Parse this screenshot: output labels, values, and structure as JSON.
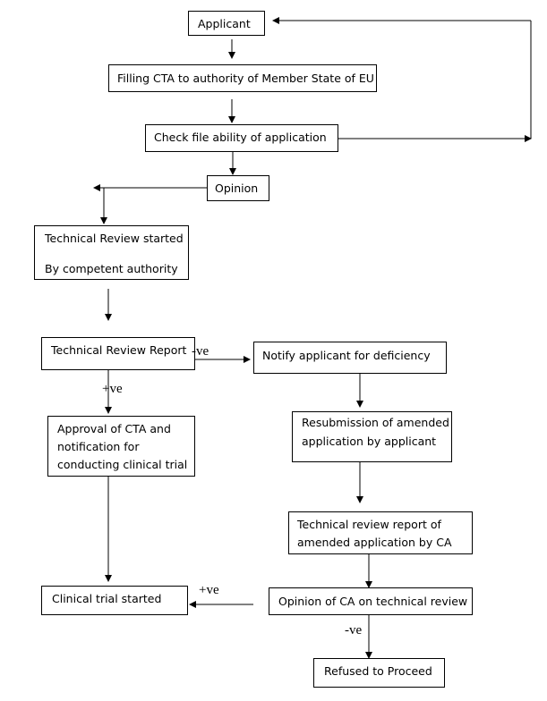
{
  "nodes": {
    "applicant": "Applicant",
    "filling": "Filling CTA to authority of Member State of EU",
    "check": "Check file ability of application",
    "opinion": "Opinion",
    "review_line1": "Technical Review started",
    "review_line2": "By competent authority",
    "report": "Technical Review Report",
    "notify": "Notify applicant for deficiency",
    "approval_line1": "Approval of CTA and",
    "approval_line2": "notification for",
    "approval_line3": "conducting clinical trial",
    "resub_line1": "Resubmission of amended",
    "resub_line2": "application by applicant",
    "review2_line1": "Technical review report of",
    "review2_line2": "amended application by CA",
    "clinical": "Clinical trial started",
    "opinion_ca": "Opinion of CA on technical review",
    "refused": "Refused to Proceed"
  },
  "labels": {
    "neg_report": "-ve",
    "pos_report": "+ve",
    "pos_ca": "+ve",
    "neg_ca": "-ve"
  }
}
